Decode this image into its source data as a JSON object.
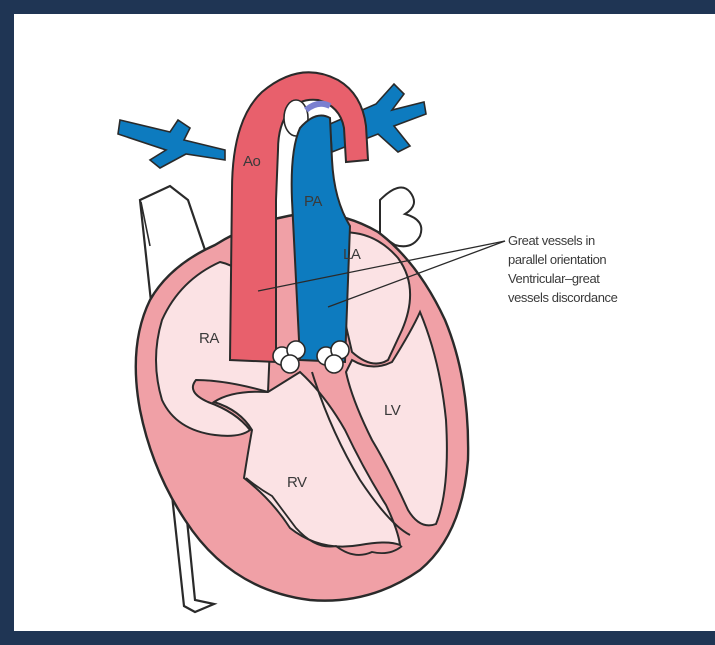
{
  "labels": {
    "ao": "Ao",
    "pa": "PA",
    "la": "LA",
    "ra": "RA",
    "lv": "LV",
    "rv": "RV"
  },
  "annotation": {
    "line1": "Great vessels in",
    "line2": "parallel orientation",
    "line3": "Ventricular–great",
    "line4": "vessels discordance"
  },
  "colors": {
    "frame": "#1f3554",
    "aorta": "#e8606c",
    "pulmonary_artery": "#0d7bbf",
    "myocardium": "#f0a0a6",
    "chamber": "#fbe2e4",
    "outline": "#2a2a2a"
  }
}
